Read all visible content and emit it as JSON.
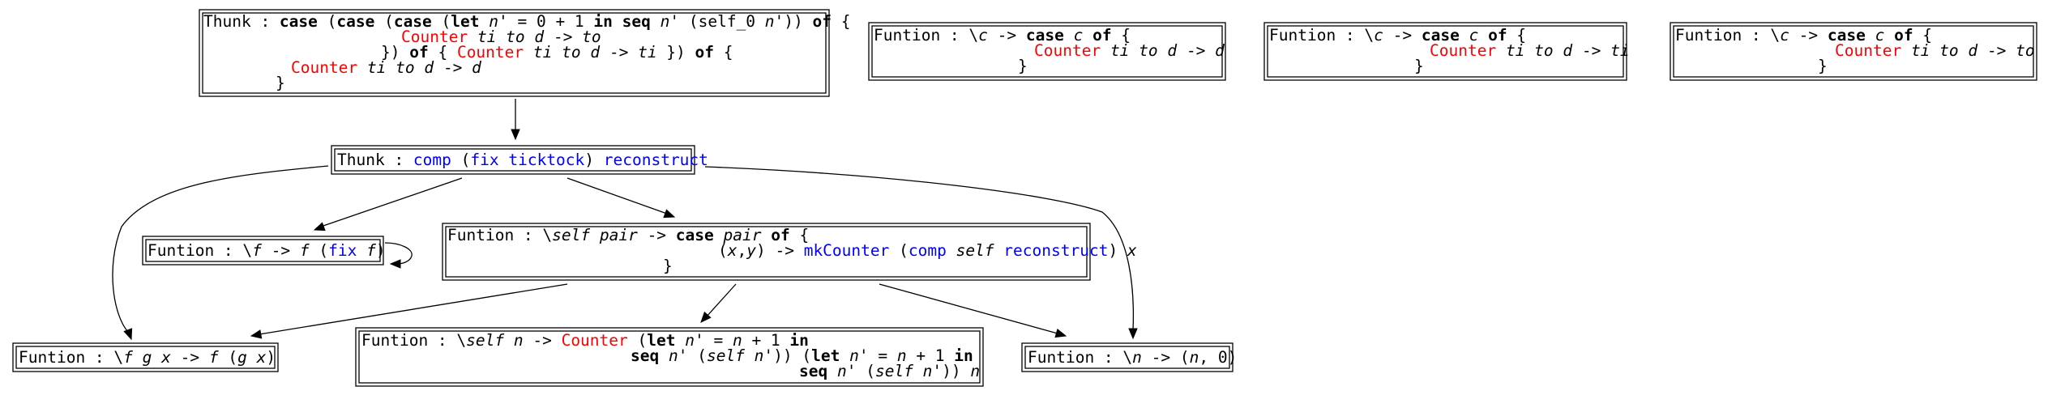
{
  "colors": {
    "keyword": "#000000",
    "constructor": "#ff0000",
    "function": "#0000ff",
    "stroke": "#000000",
    "background": "#ffffff"
  },
  "nodes": [
    {
      "id": "thunk-case",
      "lines": [
        [
          [
            "t",
            "Thunk : "
          ],
          [
            "k",
            "case"
          ],
          [
            "t",
            " ("
          ],
          [
            "k",
            "case"
          ],
          [
            "t",
            " ("
          ],
          [
            "k",
            "case"
          ],
          [
            "t",
            " ("
          ],
          [
            "k",
            "let"
          ],
          [
            "t",
            " "
          ],
          [
            "v",
            "n'"
          ],
          [
            "t",
            " = 0 + 1 "
          ],
          [
            "k",
            "in"
          ],
          [
            "t",
            " "
          ],
          [
            "k",
            "seq"
          ],
          [
            "t",
            " "
          ],
          [
            "v",
            "n'"
          ],
          [
            "t",
            " (self_0 "
          ],
          [
            "v",
            "n'"
          ],
          [
            "t",
            "))"
          ],
          [
            "t",
            " "
          ],
          [
            "k",
            "of"
          ],
          [
            "t",
            " {"
          ]
        ],
        [
          [
            "c",
            "Counter"
          ],
          [
            "t",
            " "
          ],
          [
            "v",
            "ti"
          ],
          [
            "t",
            " "
          ],
          [
            "v",
            "to"
          ],
          [
            "t",
            " "
          ],
          [
            "v",
            "d"
          ],
          [
            "t",
            " -> "
          ],
          [
            "v",
            "to"
          ]
        ],
        [
          [
            "t",
            "}) "
          ],
          [
            "k",
            "of"
          ],
          [
            "t",
            " { "
          ],
          [
            "c",
            "Counter"
          ],
          [
            "t",
            " "
          ],
          [
            "v",
            "ti"
          ],
          [
            "t",
            " "
          ],
          [
            "v",
            "to"
          ],
          [
            "t",
            " "
          ],
          [
            "v",
            "d"
          ],
          [
            "t",
            " -> "
          ],
          [
            "v",
            "ti"
          ],
          [
            "t",
            " }) "
          ],
          [
            "k",
            "of"
          ],
          [
            "t",
            " {"
          ]
        ],
        [
          [
            "c",
            "Counter"
          ],
          [
            "t",
            " "
          ],
          [
            "v",
            "ti"
          ],
          [
            "t",
            " "
          ],
          [
            "v",
            "to"
          ],
          [
            "t",
            " "
          ],
          [
            "v",
            "d"
          ],
          [
            "t",
            " -> "
          ],
          [
            "v",
            "d"
          ]
        ],
        [
          [
            "t",
            "}"
          ]
        ]
      ]
    },
    {
      "id": "fun-c-d",
      "lines": [
        [
          [
            "t",
            "Funtion : \\"
          ],
          [
            "v",
            "c"
          ],
          [
            "t",
            " -> "
          ],
          [
            "k",
            "case"
          ],
          [
            "t",
            " "
          ],
          [
            "v",
            "c"
          ],
          [
            "t",
            " "
          ],
          [
            "k",
            "of"
          ],
          [
            "t",
            " {"
          ]
        ],
        [
          [
            "c",
            "Counter"
          ],
          [
            "t",
            " "
          ],
          [
            "v",
            "ti"
          ],
          [
            "t",
            " "
          ],
          [
            "v",
            "to"
          ],
          [
            "t",
            " "
          ],
          [
            "v",
            "d"
          ],
          [
            "t",
            " -> "
          ],
          [
            "v",
            "d"
          ]
        ],
        [
          [
            "t",
            "}"
          ]
        ]
      ]
    },
    {
      "id": "fun-c-ti",
      "lines": [
        [
          [
            "t",
            "Funtion : \\"
          ],
          [
            "v",
            "c"
          ],
          [
            "t",
            " -> "
          ],
          [
            "k",
            "case"
          ],
          [
            "t",
            " "
          ],
          [
            "v",
            "c"
          ],
          [
            "t",
            " "
          ],
          [
            "k",
            "of"
          ],
          [
            "t",
            " {"
          ]
        ],
        [
          [
            "c",
            "Counter"
          ],
          [
            "t",
            " "
          ],
          [
            "v",
            "ti"
          ],
          [
            "t",
            " "
          ],
          [
            "v",
            "to"
          ],
          [
            "t",
            " "
          ],
          [
            "v",
            "d"
          ],
          [
            "t",
            " -> "
          ],
          [
            "v",
            "ti"
          ]
        ],
        [
          [
            "t",
            "}"
          ]
        ]
      ]
    },
    {
      "id": "fun-c-to",
      "lines": [
        [
          [
            "t",
            "Funtion : \\"
          ],
          [
            "v",
            "c"
          ],
          [
            "t",
            " -> "
          ],
          [
            "k",
            "case"
          ],
          [
            "t",
            " "
          ],
          [
            "v",
            "c"
          ],
          [
            "t",
            " "
          ],
          [
            "k",
            "of"
          ],
          [
            "t",
            " {"
          ]
        ],
        [
          [
            "c",
            "Counter"
          ],
          [
            "t",
            " "
          ],
          [
            "v",
            "ti"
          ],
          [
            "t",
            " "
          ],
          [
            "v",
            "to"
          ],
          [
            "t",
            " "
          ],
          [
            "v",
            "d"
          ],
          [
            "t",
            " -> "
          ],
          [
            "v",
            "to"
          ]
        ],
        [
          [
            "t",
            "}"
          ]
        ]
      ]
    },
    {
      "id": "thunk-comp",
      "lines": [
        [
          [
            "t",
            "Thunk : "
          ],
          [
            "f",
            "comp"
          ],
          [
            "t",
            " ("
          ],
          [
            "f",
            "fix"
          ],
          [
            "t",
            " "
          ],
          [
            "f",
            "ticktock"
          ],
          [
            "t",
            ") "
          ],
          [
            "f",
            "reconstruct"
          ]
        ]
      ]
    },
    {
      "id": "fun-fix",
      "lines": [
        [
          [
            "t",
            "Funtion : \\"
          ],
          [
            "v",
            "f"
          ],
          [
            "t",
            " -> "
          ],
          [
            "v",
            "f"
          ],
          [
            "t",
            " ("
          ],
          [
            "f",
            "fix"
          ],
          [
            "t",
            " "
          ],
          [
            "v",
            "f"
          ],
          [
            "t",
            ")"
          ]
        ]
      ]
    },
    {
      "id": "fun-self-pair",
      "lines": [
        [
          [
            "t",
            "Funtion : \\"
          ],
          [
            "v",
            "self"
          ],
          [
            "t",
            " "
          ],
          [
            "v",
            "pair"
          ],
          [
            "t",
            " -> "
          ],
          [
            "k",
            "case"
          ],
          [
            "t",
            " "
          ],
          [
            "v",
            "pair"
          ],
          [
            "t",
            " "
          ],
          [
            "k",
            "of"
          ],
          [
            "t",
            " {"
          ]
        ],
        [
          [
            "t",
            "("
          ],
          [
            "v",
            "x"
          ],
          [
            "t",
            ","
          ],
          [
            "v",
            "y"
          ],
          [
            "t",
            ") -> "
          ],
          [
            "f",
            "mkCounter"
          ],
          [
            "t",
            " ("
          ],
          [
            "f",
            "comp"
          ],
          [
            "t",
            " "
          ],
          [
            "v",
            "self"
          ],
          [
            "t",
            " "
          ],
          [
            "f",
            "reconstruct"
          ],
          [
            "t",
            ") "
          ],
          [
            "v",
            "x"
          ]
        ],
        [
          [
            "t",
            "}"
          ]
        ]
      ]
    },
    {
      "id": "fun-compose",
      "lines": [
        [
          [
            "t",
            "Funtion : \\"
          ],
          [
            "v",
            "f"
          ],
          [
            "t",
            " "
          ],
          [
            "v",
            "g"
          ],
          [
            "t",
            " "
          ],
          [
            "v",
            "x"
          ],
          [
            "t",
            " -> "
          ],
          [
            "v",
            "f"
          ],
          [
            "t",
            " ("
          ],
          [
            "v",
            "g"
          ],
          [
            "t",
            " "
          ],
          [
            "v",
            "x"
          ],
          [
            "t",
            ")"
          ]
        ]
      ]
    },
    {
      "id": "fun-self-n",
      "lines": [
        [
          [
            "t",
            "Funtion : \\"
          ],
          [
            "v",
            "self"
          ],
          [
            "t",
            " "
          ],
          [
            "v",
            "n"
          ],
          [
            "t",
            " -> "
          ],
          [
            "c",
            "Counter"
          ],
          [
            "t",
            " ("
          ],
          [
            "k",
            "let"
          ],
          [
            "t",
            " "
          ],
          [
            "v",
            "n'"
          ],
          [
            "t",
            " = "
          ],
          [
            "v",
            "n"
          ],
          [
            "t",
            " + 1 "
          ],
          [
            "k",
            "in"
          ]
        ],
        [
          [
            "k",
            "seq"
          ],
          [
            "t",
            " "
          ],
          [
            "v",
            "n'"
          ],
          [
            "t",
            " ("
          ],
          [
            "v",
            "self"
          ],
          [
            "t",
            " "
          ],
          [
            "v",
            "n'"
          ],
          [
            "t",
            "))"
          ],
          [
            "t",
            " ("
          ],
          [
            "k",
            "let"
          ],
          [
            "t",
            " "
          ],
          [
            "v",
            "n'"
          ],
          [
            "t",
            " = "
          ],
          [
            "v",
            "n"
          ],
          [
            "t",
            " + 1 "
          ],
          [
            "k",
            "in"
          ]
        ],
        [
          [
            "k",
            "seq"
          ],
          [
            "t",
            " "
          ],
          [
            "v",
            "n'"
          ],
          [
            "t",
            " ("
          ],
          [
            "v",
            "self"
          ],
          [
            "t",
            " "
          ],
          [
            "v",
            "n'"
          ],
          [
            "t",
            "))"
          ],
          [
            "t",
            " "
          ],
          [
            "v",
            "n"
          ]
        ]
      ]
    },
    {
      "id": "fun-n-pair",
      "lines": [
        [
          [
            "t",
            "Funtion : \\"
          ],
          [
            "v",
            "n"
          ],
          [
            "t",
            " -> ("
          ],
          [
            "v",
            "n"
          ],
          [
            "t",
            ", 0)"
          ]
        ]
      ]
    }
  ],
  "edges": [
    {
      "from": "thunk-case",
      "to": "thunk-comp"
    },
    {
      "from": "thunk-comp",
      "to": "fun-compose"
    },
    {
      "from": "thunk-comp",
      "to": "fun-fix"
    },
    {
      "from": "thunk-comp",
      "to": "fun-self-pair"
    },
    {
      "from": "thunk-comp",
      "to": "fun-n-pair"
    },
    {
      "from": "fun-fix",
      "to": "fun-fix"
    },
    {
      "from": "fun-self-pair",
      "to": "fun-compose"
    },
    {
      "from": "fun-self-pair",
      "to": "fun-self-n"
    },
    {
      "from": "fun-self-pair",
      "to": "fun-n-pair"
    }
  ]
}
